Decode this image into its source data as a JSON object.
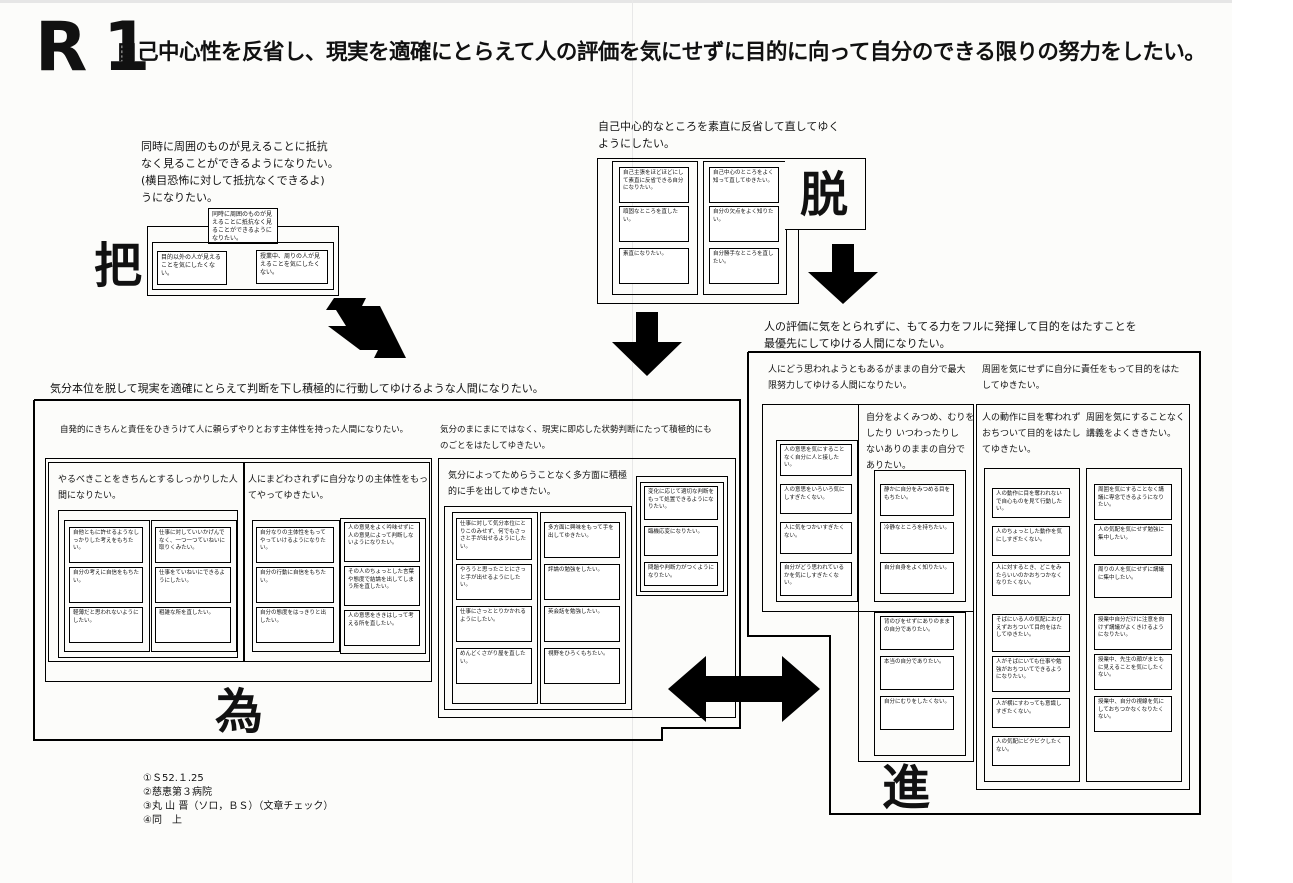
{
  "title": {
    "badge": "R 1",
    "text": "自己中心性を反省し、現実を適確にとらえて人の評価を気にせずに目的に向って自分のできる限りの努力をしたい。"
  },
  "sections": {
    "ha": {
      "kanji": "把",
      "statement": [
        "同時に周囲のものが見えることに抵抗",
        "なく見ることができるようになりたい。",
        "(横目恐怖に対して抵抗なくできるよ)",
        "うになりたい。"
      ],
      "top_card": "同時に周囲のものが見えることに抵抗なく見ることができるようになりたい。",
      "cards": [
        "目的以外の人が見えることを気にしたくない。",
        "授業中、周りの人が見えることを気にしたくない。"
      ]
    },
    "datsu": {
      "kanji": "脱",
      "statement": [
        "自己中心的なところを素直に反省して直してゆく",
        "ようにしたい。"
      ],
      "left_cards": [
        "自己主張をほどほどにして素直に反省できる自分になりたい。",
        "頑固なところを直したい。",
        "素直になりたい。"
      ],
      "right_cards": [
        "自己中心のところをよく知って直してゆきたい。",
        "自分の欠点をよく知りたい。",
        "自分勝手なところを直したい。"
      ]
    },
    "i": {
      "kanji": "為",
      "statement": "気分本位を脱して現実を適確にとらえて判断を下し積極的に行動してゆけるような人間になりたい。",
      "left_heading": "自発的にきちんと責任をひきうけて人に頼らずやりとおす主体性を持った人間になりたい。",
      "right_heading": [
        "気分のまにまにではなく、現実に即応した状勢判断にたって積極的にも",
        "のごとをはたしてゆきたい。"
      ],
      "g1_title": [
        "やるべきことをきちんとするしっかりした人",
        "間になりたい。"
      ],
      "g1_left": [
        "自他ともに許せるようなしっかりした考えをもちたい。",
        "自分の考えに自信をもちたい。",
        "軽薄だと思われないようにしたい。"
      ],
      "g1_right": [
        "仕事に対していいかげんでなく、一つ一つていねいに取りくみたい。",
        "仕事をていねいにできるようにしたい。",
        "粗雑な所を直したい。"
      ],
      "g2_title": [
        "人にまどわされずに自分なりの主体性をもっ",
        "てやってゆきたい。"
      ],
      "g2_left": [
        "自分なりの主体性をもってやっていけるようになりたい。",
        "自分の行動に自信をもちたい。",
        "自分の態度をはっきりと出したい。"
      ],
      "g2_right": [
        "人の意見をよく吟味せずに人の意見によって判断しないようになりたい。",
        "その人のちょっとした言葉や態度で結論を出してしまう所を直したい。",
        "人の意思をききはしって考える所を直したい。"
      ],
      "g3_title": [
        "気分によってためらうことなく多方面に積極",
        "的に手を出してゆきたい。"
      ],
      "g3_left": [
        "仕事に対して気分本位にとりこのみせず、何でもさっさと手が出せるようにしたい。",
        "やろうと思ったことにさっと手が出せるようにしたい。",
        "仕事にさっととりかかれるようにしたい。",
        "めんどくさがり屋を直したい。"
      ],
      "g3_right": [
        "多方面に興味をもって手を出してゆきたい。",
        "評論の勉強をしたい。",
        "英会話を勉強したい。",
        "視野をひろくもちたい。"
      ],
      "g4_cards": [
        "変化に応じて適切な判断をもって処置できるようになりたい。",
        "臨機応変になりたい。",
        "問題や判断力がつくようになりたい。"
      ]
    },
    "shin": {
      "kanji": "進",
      "statement": [
        "人の評価に気をとられずに、もてる力をフルに発揮して目的をはたすことを",
        "最優先にしてゆける人間になりたい。"
      ],
      "left_heading": [
        "人にどう思われようともあるがままの自分で最大",
        "限努力してゆける人間になりたい。"
      ],
      "right_heading": [
        "周囲を気にせずに自分に責任をもって目的をはた",
        "してゆきたい。"
      ],
      "g1_cards": [
        "人の意思を気にすることなく自分に人と接したい。",
        "人の意思をいろいろ気にしすぎたくない。",
        "人に気をつかいすぎたくない。",
        "自分がどう思われているかを気にしすぎたくない。"
      ],
      "g2_title": [
        "自分をよくみつめ、むりを",
        "したり いつわったりし",
        "ないありのままの自分で",
        "ありたい。"
      ],
      "g2_cards": [
        "静かに自分をみつめる目をもちたい。",
        "冷静なところを持ちたい。",
        "自分自身をよく知りたい。",
        "背のびをせずにありのままの自分でありたい。",
        "本当の自分でありたい。",
        "自分にむりをしたくない。"
      ],
      "g3_title": [
        "人の動作に目を奪われず",
        "おちついて目的をはたし",
        "てゆきたい。"
      ],
      "g3_cards": [
        "人の動作に目を奪われないで自心ものを見て行動したい。",
        "人のちょっとした動作を気にしすぎたくない。",
        "人に対するとき、どこをみたらいいのかおちつかなくなりたくない。",
        "そばにいる人の気配におびえずおちついて目的をはたしてゆきたい。",
        "人がそばにいても仕事や勉強がおちついてできるようになりたい。",
        "人が横にすわっても意識しすぎたくない。",
        "人の気配にビクビクしたくない。"
      ],
      "g4_title": [
        "周囲を気にすることなく",
        "講義をよくききたい。"
      ],
      "g4_cards": [
        "周囲を気にすることなく講議に専念できるようになりたい。",
        "人の気配を気にせず勉強に集中したい。",
        "周りの人を気にせずに講議に集中したい。",
        "授業中自分だけに注意を向けず講議がよくきけるようになりたい。",
        "授業中、先生の顔がまともに見えることを気にしたくない。",
        "授業中、自分の視線を気にしておちつかなくなりたくない。"
      ]
    }
  },
  "notes": [
    "①Ｓ52.１.25",
    "②慈恵第３病院",
    "③丸 山 晋（ソロ，ＢＳ）（文章チェック）",
    "④同　上"
  ]
}
